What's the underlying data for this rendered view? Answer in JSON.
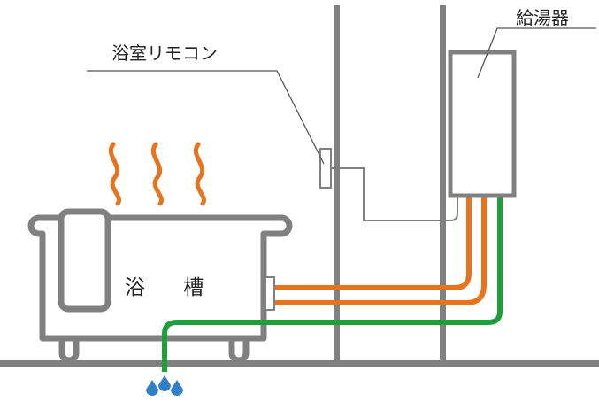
{
  "labels": {
    "water_heater": "給湯器",
    "bath_remote": "浴室リモコン",
    "bathtub": "浴 槽"
  },
  "colors": {
    "outline": "#808080",
    "hot_pipe": "#e8731f",
    "cold_pipe": "#1f9e3c",
    "water_drop": "#2f7fc9",
    "steam": "#e8731f",
    "leader_line": "#555555",
    "background": "#ffffff"
  },
  "icons": [
    "steam-icon",
    "water-drop-icon"
  ]
}
